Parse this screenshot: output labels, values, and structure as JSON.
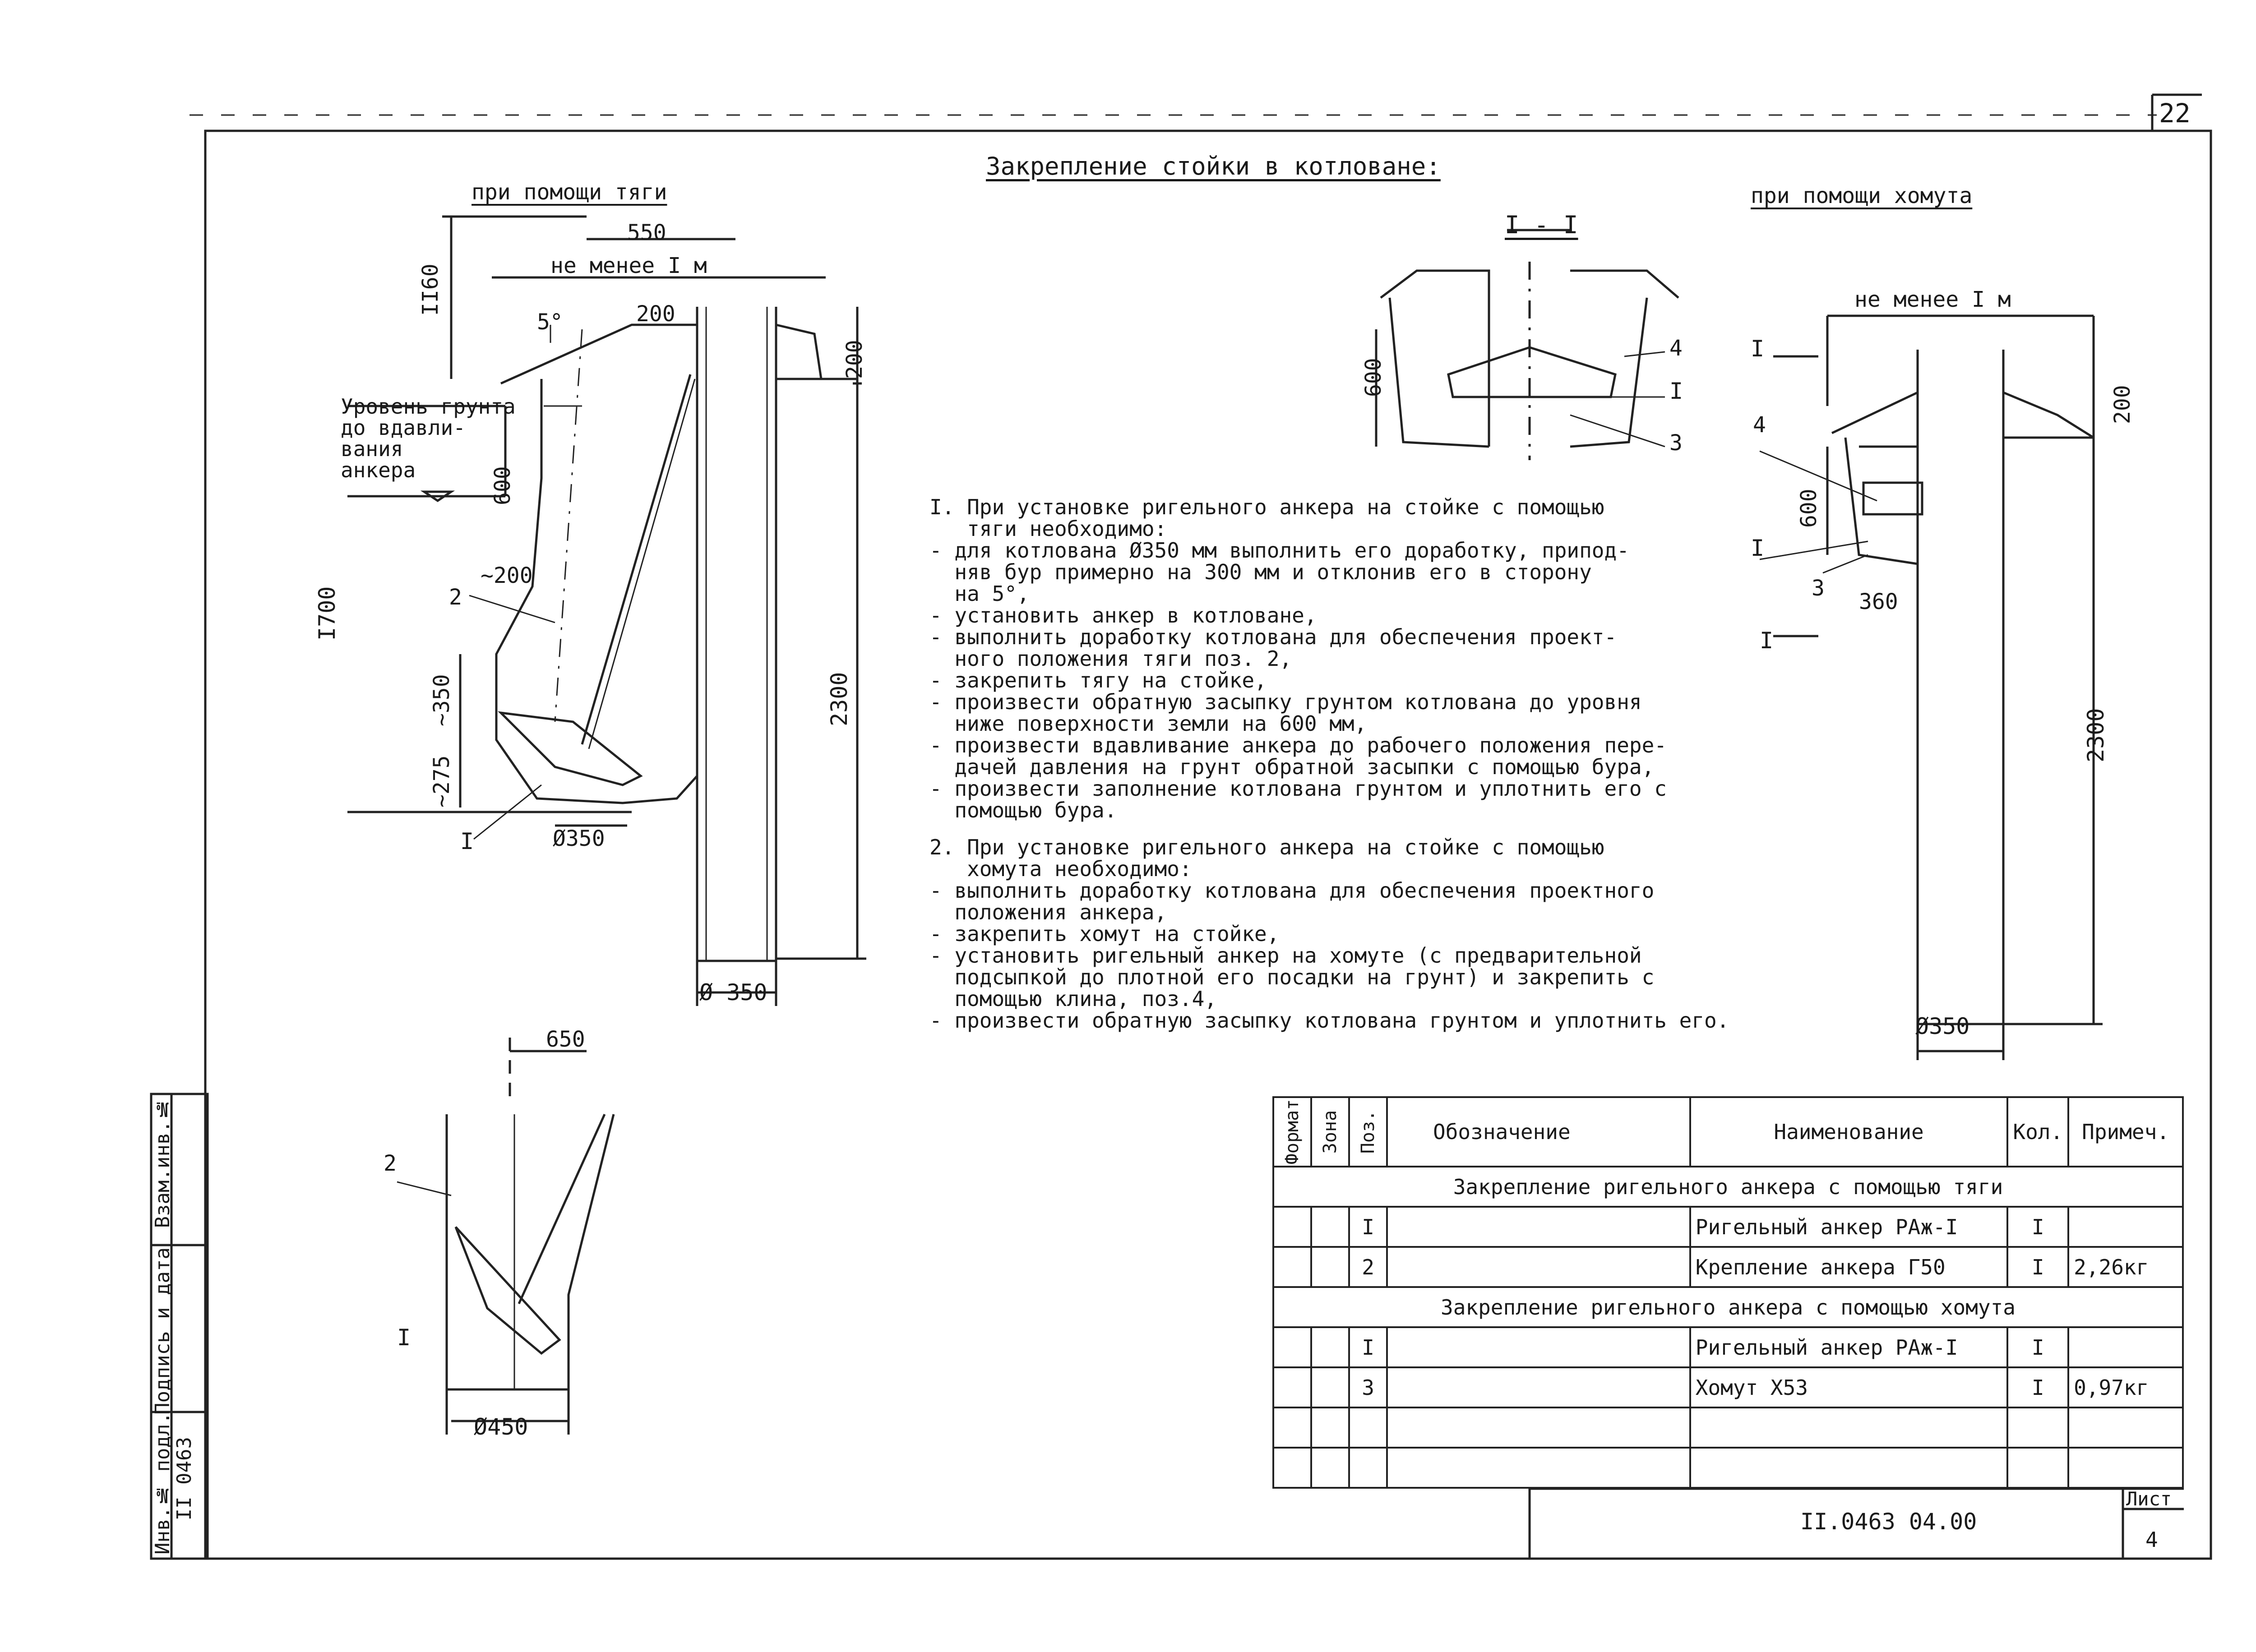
{
  "page_number": "22",
  "title": "Закрепление стойки в котловане:",
  "left_view": {
    "caption": "при помощи тяги",
    "dim_550": "550",
    "dim_min_1m": "не менее I м",
    "dim_1160": "II60",
    "angle_5": "5°",
    "dim_200_top": "200",
    "dim_200_right": "200",
    "ground_level_label": [
      "Уровень грунта",
      "до вдавли-",
      "вания",
      "анкера"
    ],
    "dim_600": "600",
    "dim_1700": "I700",
    "dim_200_step": "~200",
    "pos_2": "2",
    "dim_350": "~350",
    "dim_275": "~275",
    "pos_1": "I",
    "dia_350_pit": "Ø350",
    "dim_2300": "2300",
    "dia_350_post": "Ø 350"
  },
  "bottom_view": {
    "dim_650": "650",
    "pos_2": "2",
    "pos_1": "I",
    "dia_450": "Ø450"
  },
  "section_view": {
    "caption": "I - I",
    "dim_600": "600",
    "pos_4": "4",
    "pos_1": "I",
    "pos_3": "3"
  },
  "right_view": {
    "caption": "при помощи хомута",
    "dim_min_1m": "не менее I м",
    "section_mark_top": "I",
    "section_mark_bottom": "I",
    "dim_200": "200",
    "pos_4": "4",
    "dim_600": "600",
    "pos_1": "I",
    "pos_3": "3",
    "dim_360": "360",
    "dim_2300": "2300",
    "dia_350": "Ø350"
  },
  "notes": [
    "I. При установке ригельного анкера на стойке с помощью",
    "   тяги необходимо:",
    "- для котлована Ø350 мм выполнить его доработку, припод-",
    "  няв бур примерно на 300 мм и отклонив его в сторону",
    "  на 5°,",
    "- установить анкер в котловане,",
    "- выполнить доработку котлована для обеспечения проект-",
    "  ного положения тяги поз. 2,",
    "- закрепить тягу на стойке,",
    "- произвести обратную засыпку грунтом котлована до уровня",
    "  ниже поверхности земли на 600 мм,",
    "- произвести вдавливание анкера до рабочего положения пере-",
    "  дачей давления на грунт обратной засыпки с помощью бура,",
    "- произвести заполнение котлована грунтом и уплотнить его с",
    "  помощью бура.",
    "",
    "2. При установке ригельного анкера на стойке с помощью",
    "   хомута необходимо:",
    "- выполнить доработку котлована для обеспечения проектного",
    "  положения анкера,",
    "- закрепить хомут на стойке,",
    "- установить ригельный анкер на хомуте (с предварительной",
    "  подсыпкой до плотной его посадки на грунт) и закрепить с",
    "  помощью клина, поз.4,",
    "- произвести обратную засыпку котлована грунтом и уплотнить его."
  ],
  "spec_table": {
    "headers": [
      "Формат",
      "Зона",
      "Поз.",
      "Обозначение",
      "Наименование",
      "Кол.",
      "Примеч."
    ],
    "section1": "Закрепление ригельного анкера с помощью тяги",
    "rows1": [
      {
        "pos": "I",
        "name": "Ригельный анкер РАж-I",
        "qty": "I",
        "note": ""
      },
      {
        "pos": "2",
        "name": "Крепление анкера Г50",
        "qty": "I",
        "note": "2,26кг"
      }
    ],
    "section2": "Закрепление ригельного анкера с помощью хомута",
    "rows2": [
      {
        "pos": "I",
        "name": "Ригельный анкер РАж-I",
        "qty": "I",
        "note": ""
      },
      {
        "pos": "3",
        "name": "Хомут Х53",
        "qty": "I",
        "note": "0,97кг"
      }
    ]
  },
  "stamp": {
    "doc_number": "II.0463 04.00",
    "sheet_label": "Лист",
    "sheet_number": "4"
  },
  "side_stamp": {
    "inv_podl": "Инв.№ подл.",
    "inv_value": "II 0463",
    "signature_date": "Подпись и дата",
    "vzam_inv": "Взам.инв.№"
  }
}
